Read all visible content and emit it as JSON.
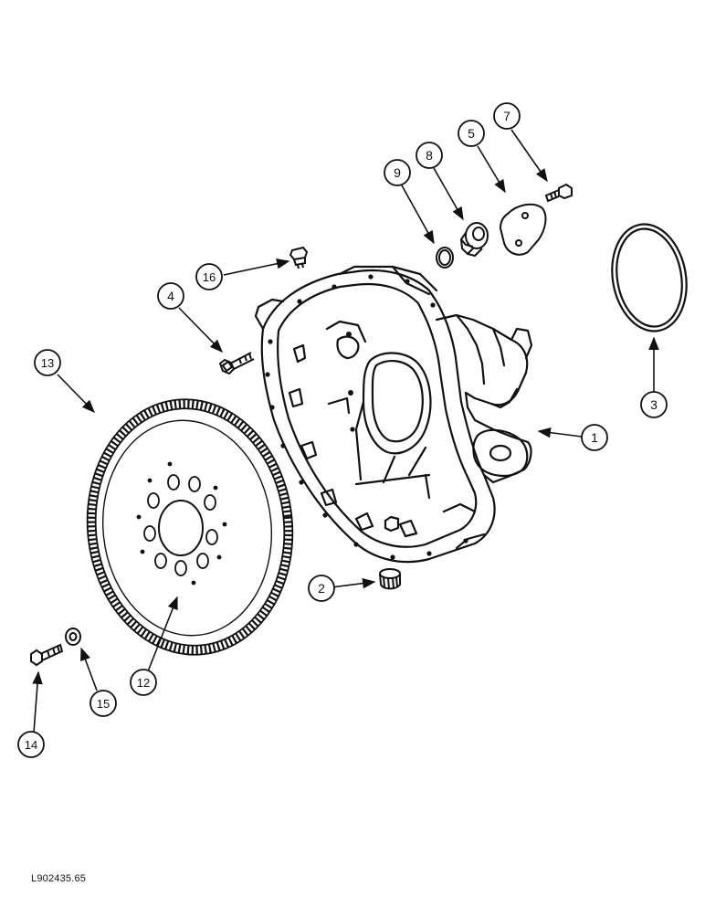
{
  "diagram": {
    "callouts": [
      {
        "id": "c1",
        "number": "1"
      },
      {
        "id": "c2",
        "number": "2"
      },
      {
        "id": "c3",
        "number": "3"
      },
      {
        "id": "c4",
        "number": "4"
      },
      {
        "id": "c5",
        "number": "5"
      },
      {
        "id": "c7",
        "number": "7"
      },
      {
        "id": "c8",
        "number": "8"
      },
      {
        "id": "c9",
        "number": "9"
      },
      {
        "id": "c12",
        "number": "12"
      },
      {
        "id": "c13",
        "number": "13"
      },
      {
        "id": "c14",
        "number": "14"
      },
      {
        "id": "c15",
        "number": "15"
      },
      {
        "id": "c16",
        "number": "16"
      }
    ],
    "reference_code": "L902435.65",
    "line_color": "#111111"
  }
}
